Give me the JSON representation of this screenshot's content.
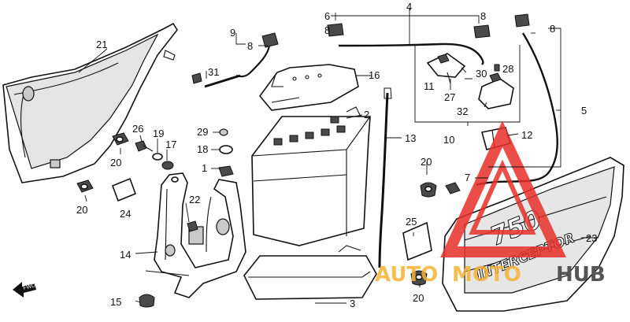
{
  "callouts": {
    "c1": "1",
    "c2": "2",
    "c3": "3",
    "c4": "4",
    "c5": "5",
    "c6": "6",
    "c7": "7",
    "c8a": "8",
    "c8b": "8",
    "c8c": "8",
    "c8d": "8",
    "c9": "9",
    "c10": "10",
    "c11": "11",
    "c12": "12",
    "c13": "13",
    "c14": "14",
    "c15": "15",
    "c16": "16",
    "c17": "17",
    "c18": "18",
    "c19": "19",
    "c20a": "20",
    "c20b": "20",
    "c20c": "20",
    "c20d": "20",
    "c21": "21",
    "c22": "22",
    "c23": "23",
    "c24": "24",
    "c25": "25",
    "c26": "26",
    "c27": "27",
    "c28": "28",
    "c29": "29",
    "c30": "30",
    "c31": "31",
    "c32": "32"
  },
  "emblem": {
    "model": "750",
    "badge": "INTERCEPTOR"
  },
  "direction_marker": "FWD",
  "watermark": {
    "part1": "AUTO",
    "part2": "MOTO",
    "part3": "HUB"
  },
  "colors": {
    "watermark_orange": "#f5b335",
    "watermark_grey": "#555555",
    "watermark_red": "#e8302a"
  }
}
